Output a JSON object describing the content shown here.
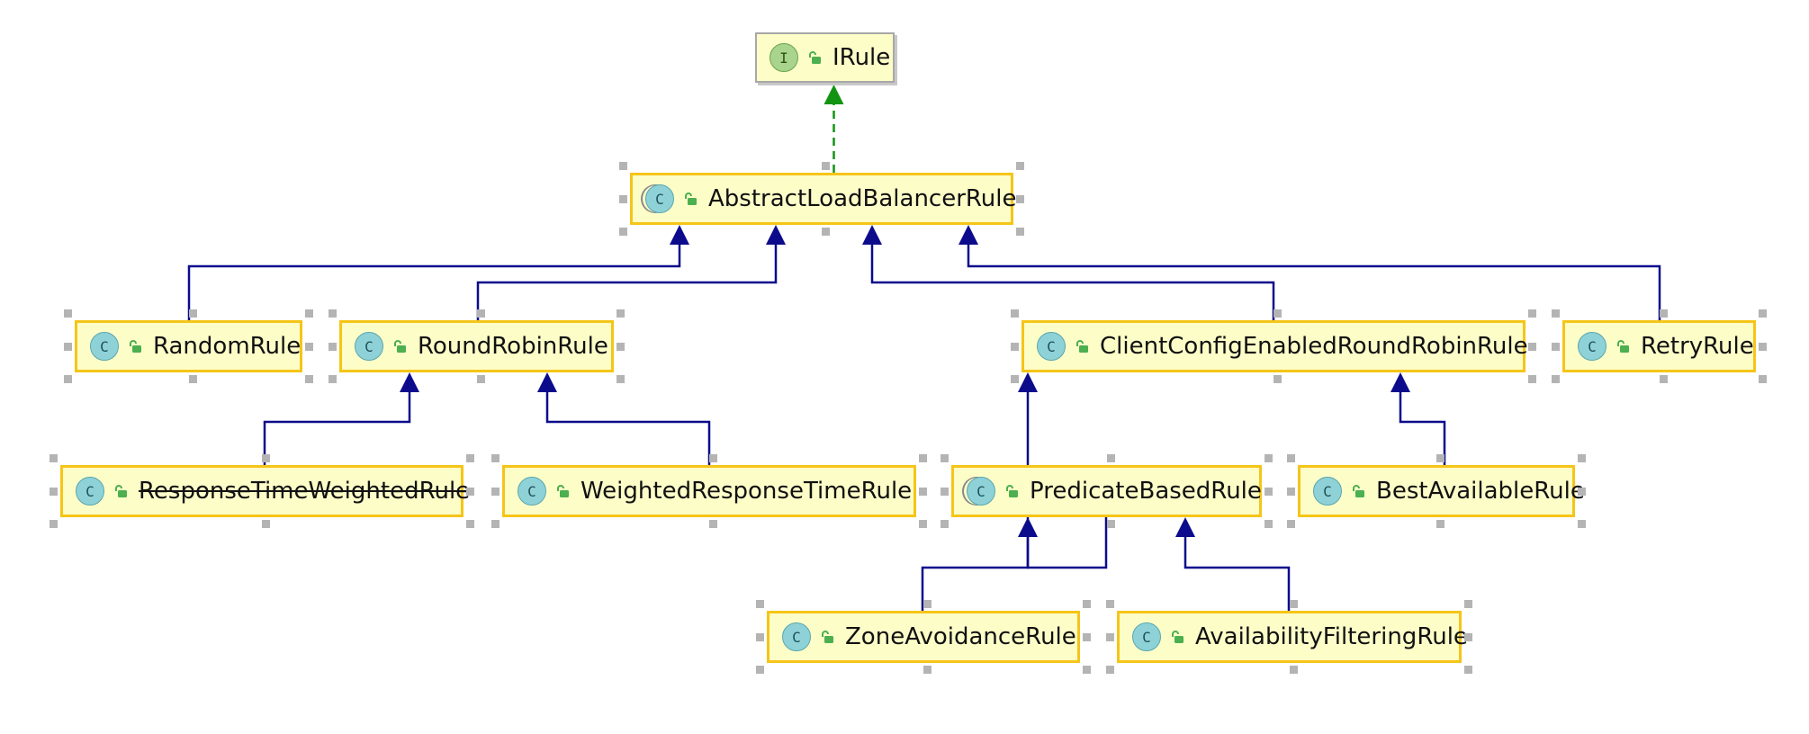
{
  "diagram": {
    "nodes": [
      {
        "id": "irule",
        "name": "IRule",
        "kind": "interface",
        "kind_letter": "I",
        "deprecated": false
      },
      {
        "id": "abstract",
        "name": "AbstractLoadBalancerRule",
        "kind": "abstract",
        "kind_letter": "C",
        "deprecated": false
      },
      {
        "id": "random",
        "name": "RandomRule",
        "kind": "class",
        "kind_letter": "C",
        "deprecated": false
      },
      {
        "id": "roundrobin",
        "name": "RoundRobinRule",
        "kind": "class",
        "kind_letter": "C",
        "deprecated": false
      },
      {
        "id": "clientconfig",
        "name": "ClientConfigEnabledRoundRobinRule",
        "kind": "class",
        "kind_letter": "C",
        "deprecated": false
      },
      {
        "id": "retry",
        "name": "RetryRule",
        "kind": "class",
        "kind_letter": "C",
        "deprecated": false
      },
      {
        "id": "responsetime",
        "name": "ResponseTimeWeightedRule",
        "kind": "class",
        "kind_letter": "C",
        "deprecated": true
      },
      {
        "id": "weighted",
        "name": "WeightedResponseTimeRule",
        "kind": "class",
        "kind_letter": "C",
        "deprecated": false
      },
      {
        "id": "predicate",
        "name": "PredicateBasedRule",
        "kind": "abstract",
        "kind_letter": "C",
        "deprecated": false
      },
      {
        "id": "bestavail",
        "name": "BestAvailableRule",
        "kind": "class",
        "kind_letter": "C",
        "deprecated": false
      },
      {
        "id": "zone",
        "name": "ZoneAvoidanceRule",
        "kind": "class",
        "kind_letter": "C",
        "deprecated": false
      },
      {
        "id": "availfilter",
        "name": "AvailabilityFilteringRule",
        "kind": "class",
        "kind_letter": "C",
        "deprecated": false
      }
    ],
    "edges": [
      {
        "from": "abstract",
        "to": "irule",
        "type": "implements"
      },
      {
        "from": "random",
        "to": "abstract",
        "type": "extends"
      },
      {
        "from": "roundrobin",
        "to": "abstract",
        "type": "extends"
      },
      {
        "from": "clientconfig",
        "to": "abstract",
        "type": "extends"
      },
      {
        "from": "retry",
        "to": "abstract",
        "type": "extends"
      },
      {
        "from": "responsetime",
        "to": "roundrobin",
        "type": "extends"
      },
      {
        "from": "weighted",
        "to": "roundrobin",
        "type": "extends"
      },
      {
        "from": "predicate",
        "to": "clientconfig",
        "type": "extends"
      },
      {
        "from": "bestavail",
        "to": "clientconfig",
        "type": "extends"
      },
      {
        "from": "zone",
        "to": "predicate",
        "type": "extends"
      },
      {
        "from": "availfilter",
        "to": "predicate",
        "type": "extends"
      }
    ],
    "colors": {
      "extends_edge": "#0b0b8c",
      "implements_edge": "#129412",
      "node_fill": "#fdfdc8",
      "node_border": "#f5c518",
      "lock_icon": "#4caf50"
    }
  }
}
